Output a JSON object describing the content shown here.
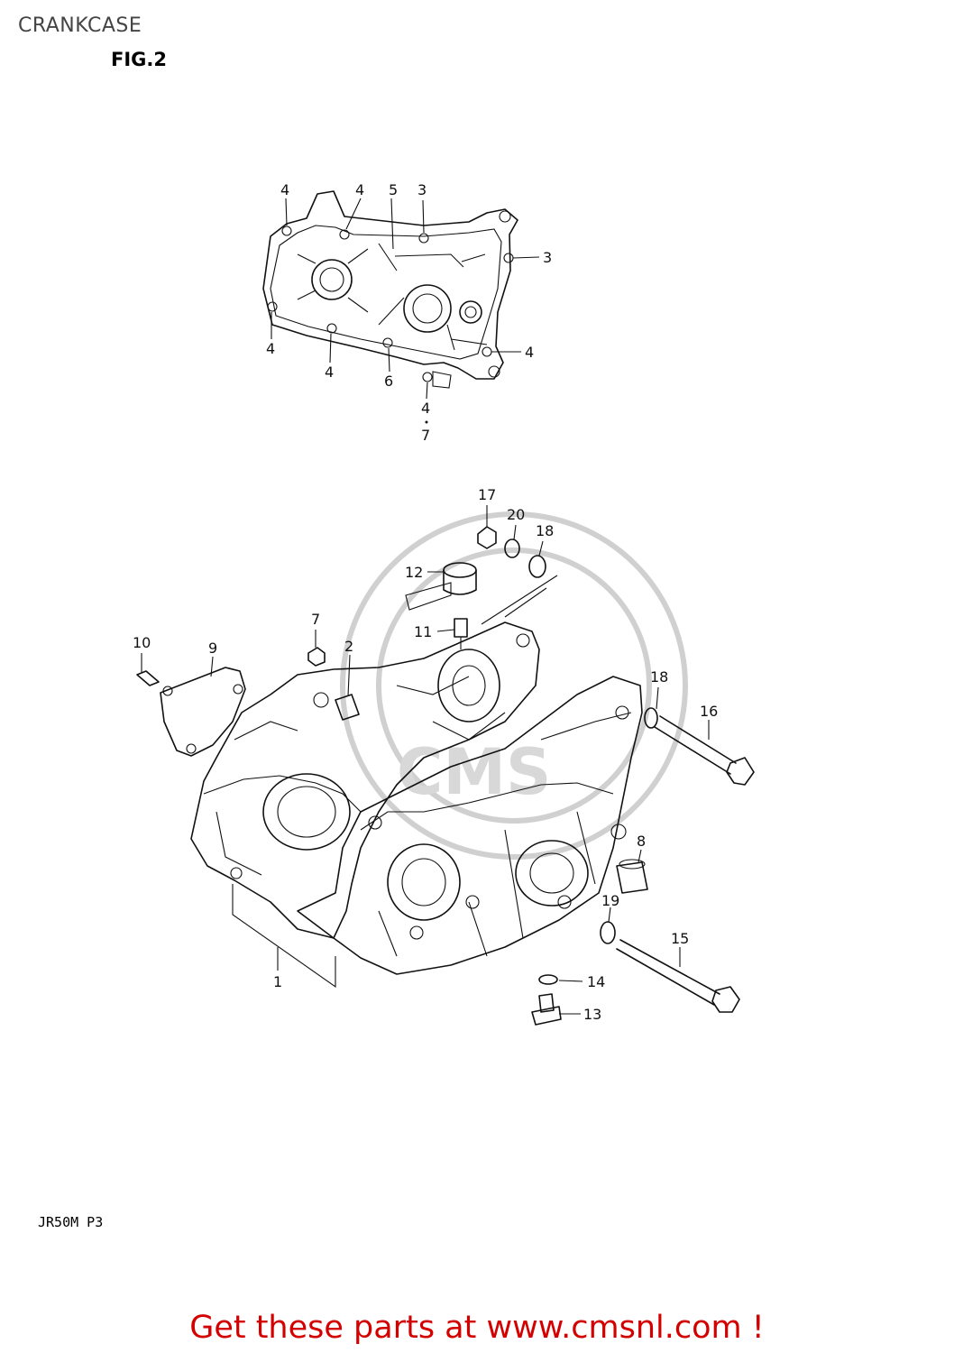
{
  "header": {
    "section_title": "CRANKCASE",
    "figure": "FIG.2"
  },
  "footer": {
    "model_code": "JR50M P3",
    "call_to_action": "Get these parts at www.cmsnl.com !",
    "cta_color": "#d40000"
  },
  "gasket_callouts": {
    "c4a": "4",
    "c4b": "4",
    "c5": "5",
    "c3a": "3",
    "c3b": "3",
    "c4c": "4",
    "c4d": "4",
    "c6": "6",
    "c4e": "4",
    "c4f": "4",
    "c7a": "7"
  },
  "crankcase_callouts": {
    "c17": "17",
    "c20": "20",
    "c18a": "18",
    "c12": "12",
    "c11": "11",
    "c7b": "7",
    "c2": "2",
    "c10": "10",
    "c9": "9",
    "c18b": "18",
    "c16": "16",
    "c8": "8",
    "c19": "19",
    "c15": "15",
    "c14": "14",
    "c13": "13",
    "c1": "1"
  }
}
